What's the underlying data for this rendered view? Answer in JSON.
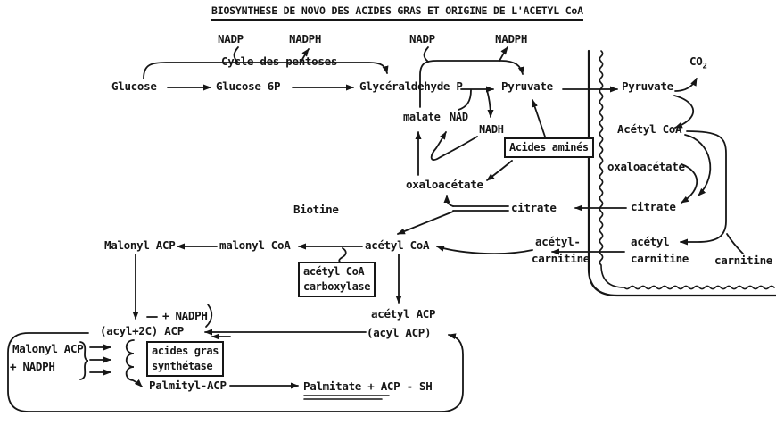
{
  "colors": {
    "ink": "#161616",
    "paper": "#ffffff"
  },
  "diagram": {
    "title": "BIOSYNTHESE DE NOVO DES ACIDES GRAS ET ORIGINE DE L'ACETYL CoA",
    "cytosol": {
      "glucose": "Glucose",
      "glucose_6p": "Glucose 6P",
      "glyceraldehyde_p": "Glycéraldehyde P",
      "cycle_des_pentoses": "Cycle des pentoses",
      "nadp_pentose": "NADP",
      "nadph_pentose": "NADPH",
      "nadp_malic": "NADP",
      "nadph_malic": "NADPH",
      "pyruvate": "Pyruvate",
      "malate": "malate",
      "nad": "NAD",
      "nadh": "NADH",
      "amino_acids": "Acides aminés",
      "oxaloacetate": "oxaloacétate",
      "citrate": "citrate",
      "biotine": "Biotine",
      "malonyl_acp": "Malonyl ACP",
      "malonyl_coa": "malonyl CoA",
      "acetyl_coa": "acétyl CoA",
      "carboxylase_box_line1": "acétyl CoA",
      "carboxylase_box_line2": "carboxylase",
      "acetyl_carnitine_line1": "acétyl-",
      "acetyl_carnitine_line2": "carnitine",
      "acetyl_acp": "acétyl ACP",
      "acyl_acp": "(acyl ACP)",
      "acyl_2c_acp": "(acyl+2C) ACP",
      "plus_nadph": "+ NADPH"
    },
    "mitochondrion": {
      "pyruvate": "Pyruvate",
      "co2_base": "CO",
      "co2_sub": "2",
      "acetyl_coa": "Acétyl CoA",
      "oxaloacetate": "oxaloacétate",
      "citrate": "citrate",
      "acetyl_carnitine_line1": "acétyl",
      "acetyl_carnitine_line2": "carnitine",
      "carnitine": "carnitine"
    },
    "synthase_cycle": {
      "malonyl_acp": "Malonyl ACP",
      "plus_nadph": "+ NADPH",
      "synthase_box_line1": "acides gras",
      "synthase_box_line2": "synthétase",
      "palmityl_acp": "Palmityl-ACP",
      "palmitate": "Palmitate + ACP - SH"
    }
  }
}
